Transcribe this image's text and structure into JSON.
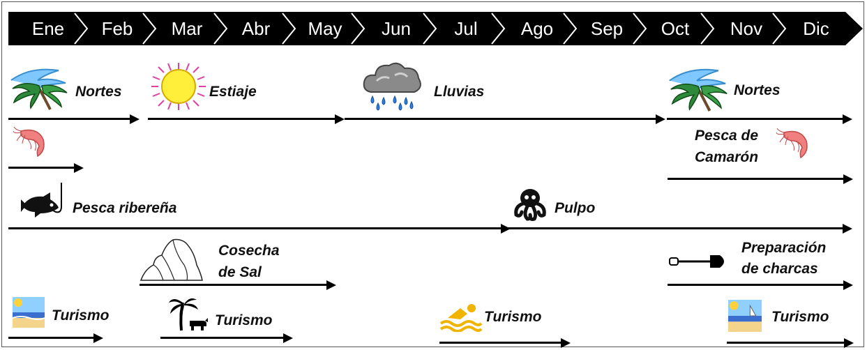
{
  "months": [
    "Ene",
    "Feb",
    "Mar",
    "Abr",
    "May",
    "Jun",
    "Jul",
    "Ago",
    "Sep",
    "Oct",
    "Nov",
    "Dic"
  ],
  "rows": {
    "clima": {
      "nortes_1": "Nortes",
      "estiaje": "Estiaje",
      "lluvias": "Lluvias",
      "nortes_2": "Nortes"
    },
    "camaron": {
      "line1": "Pesca de",
      "line2": "Camarón"
    },
    "pesca": {
      "ribereña": "Pesca ribereña",
      "pulpo": "Pulpo"
    },
    "sal": {
      "line1": "Cosecha",
      "line2": "de Sal"
    },
    "charcas": {
      "line1": "Preparación",
      "line2": "de charcas"
    },
    "turismo": {
      "t1": "Turismo",
      "t2": "Turismo",
      "t3": "Turismo",
      "t4": "Turismo"
    }
  },
  "icons": [
    "storm-palm-icon",
    "sun-icon",
    "rain-cloud-icon",
    "storm-palm-icon",
    "shrimp-icon",
    "shrimp-icon",
    "fish-hook-icon",
    "octopus-icon",
    "salt-mound-icon",
    "shovel-icon",
    "beach-icon",
    "palm-cow-icon",
    "swimmer-icon",
    "beach-icon"
  ],
  "colors": {
    "bar": "#000000",
    "text_on_bar": "#ffffff",
    "shrimp": "#f08080",
    "sun": "#ffef3a",
    "sun_rays": "#e040a0",
    "swimmer": "#f0b400"
  }
}
